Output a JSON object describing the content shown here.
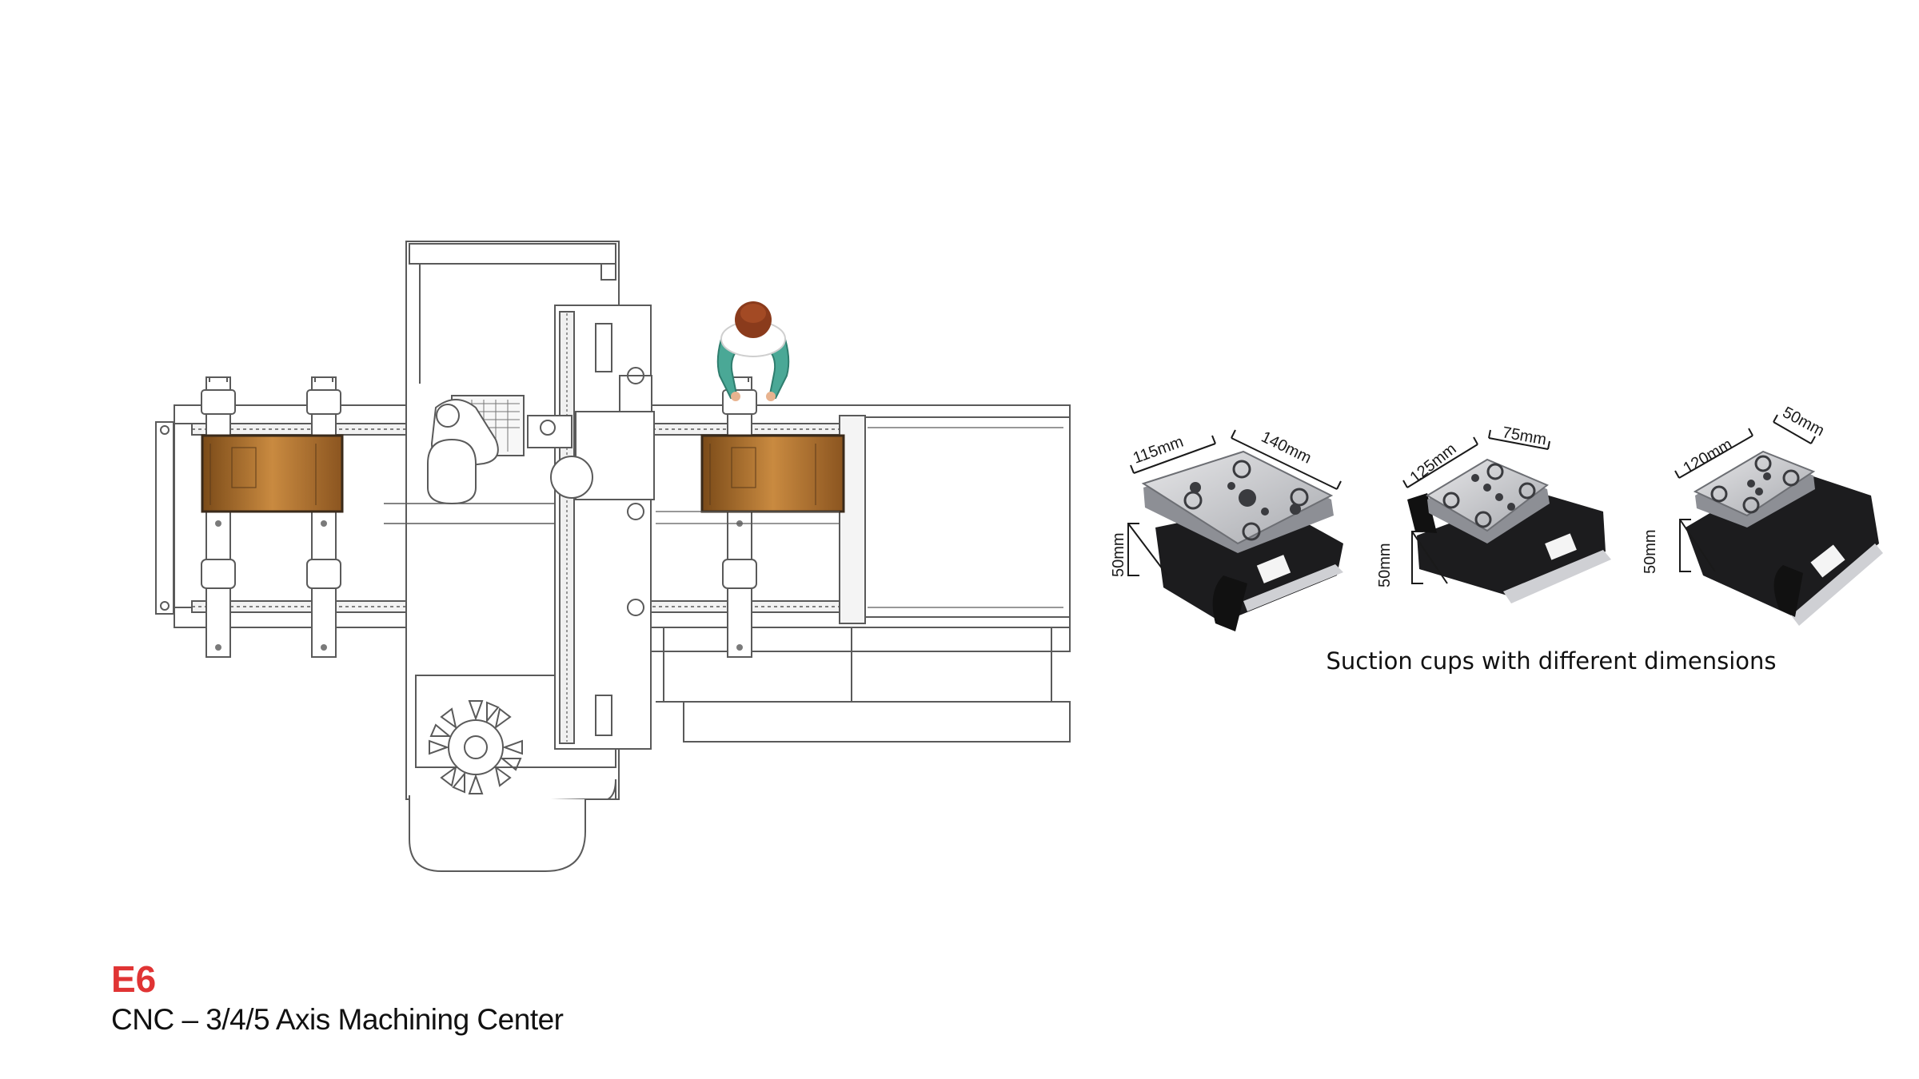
{
  "colors": {
    "accent": "#e03434",
    "wood": "#b8732c",
    "line": "#5a5a5a"
  },
  "icons": [
    "cnc-machine-top-view-diagram",
    "operator-figure-icon",
    "suction-cup-image"
  ],
  "suction_cups": [
    {
      "length": "115mm",
      "width": "140mm",
      "height": "50mm"
    },
    {
      "length": "125mm",
      "width": "75mm",
      "height": "50mm"
    },
    {
      "length": "120mm",
      "width": "50mm",
      "height": "50mm"
    }
  ],
  "caption": "Suction cups with different dimensions",
  "footer": {
    "code": "E6",
    "title": "CNC – 3/4/5 Axis Machining Center"
  }
}
